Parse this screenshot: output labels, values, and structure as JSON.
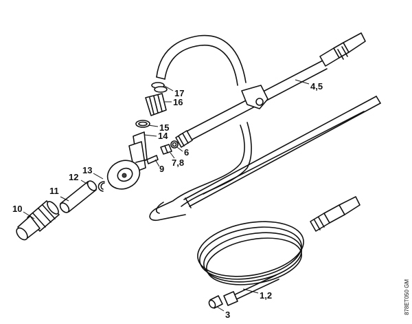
{
  "diagram": {
    "callouts": {
      "c_45": "4,5",
      "c_17": "17",
      "c_16": "16",
      "c_15": "15",
      "c_14": "14",
      "c_6": "6",
      "c_78": "7,8",
      "c_9": "9",
      "c_13": "13",
      "c_12": "12",
      "c_11": "11",
      "c_10": "10",
      "c_12hose": "1,2",
      "c_3": "3"
    },
    "drawing_code": "878ET050 GM"
  }
}
